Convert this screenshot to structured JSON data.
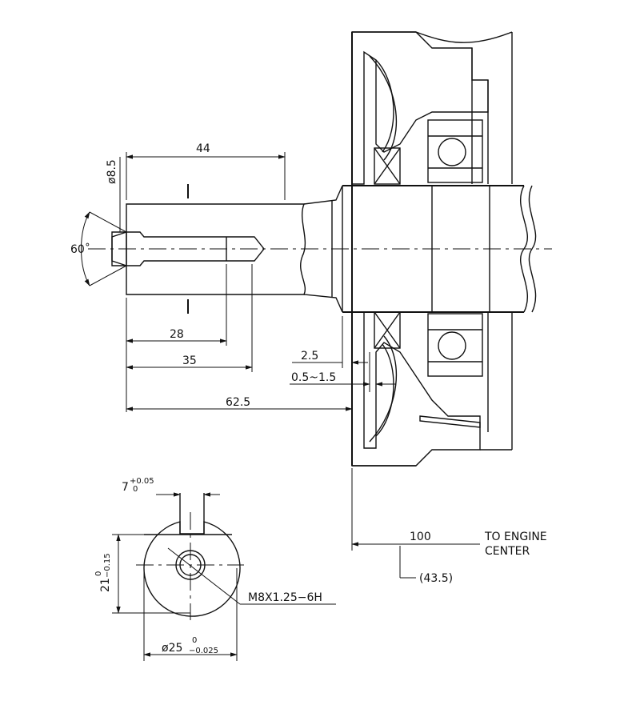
{
  "dimensions": {
    "d44": "44",
    "d8_5": "ø8.5",
    "d60": "60˚",
    "d28": "28",
    "d35": "35",
    "d62_5": "62.5",
    "d2_5": "2.5",
    "d0_5_1_5": "0.5~1.5",
    "d100": "100",
    "d43_5": "(43.5)",
    "key_width": "7",
    "key_tol_upper": "+0.05",
    "key_tol_lower": "0",
    "flat_base": "21",
    "flat_tol_upper": "0",
    "flat_tol_lower": "−0.15",
    "dia_base": "ø25",
    "dia_tol_upper": "0",
    "dia_tol_lower": "−0.025"
  },
  "thread_callout": "M8X1.25−6H",
  "note": {
    "line1": "TO ENGINE",
    "line2": "CENTER"
  },
  "section_marks": {
    "top": "I",
    "bottom": "I"
  }
}
